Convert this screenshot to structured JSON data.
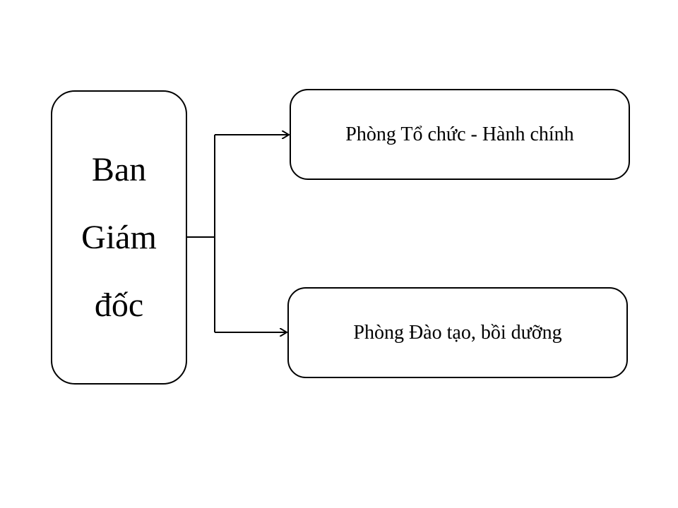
{
  "diagram": {
    "root": {
      "lines": [
        "Ban",
        "Giám",
        "đốc"
      ]
    },
    "children": [
      {
        "label": "Phòng Tổ chức - Hành chính"
      },
      {
        "label": "Phòng Đào tạo, bồi dưỡng"
      }
    ],
    "colors": {
      "stroke": "#000000",
      "fill": "#ffffff",
      "text": "#000000"
    }
  }
}
